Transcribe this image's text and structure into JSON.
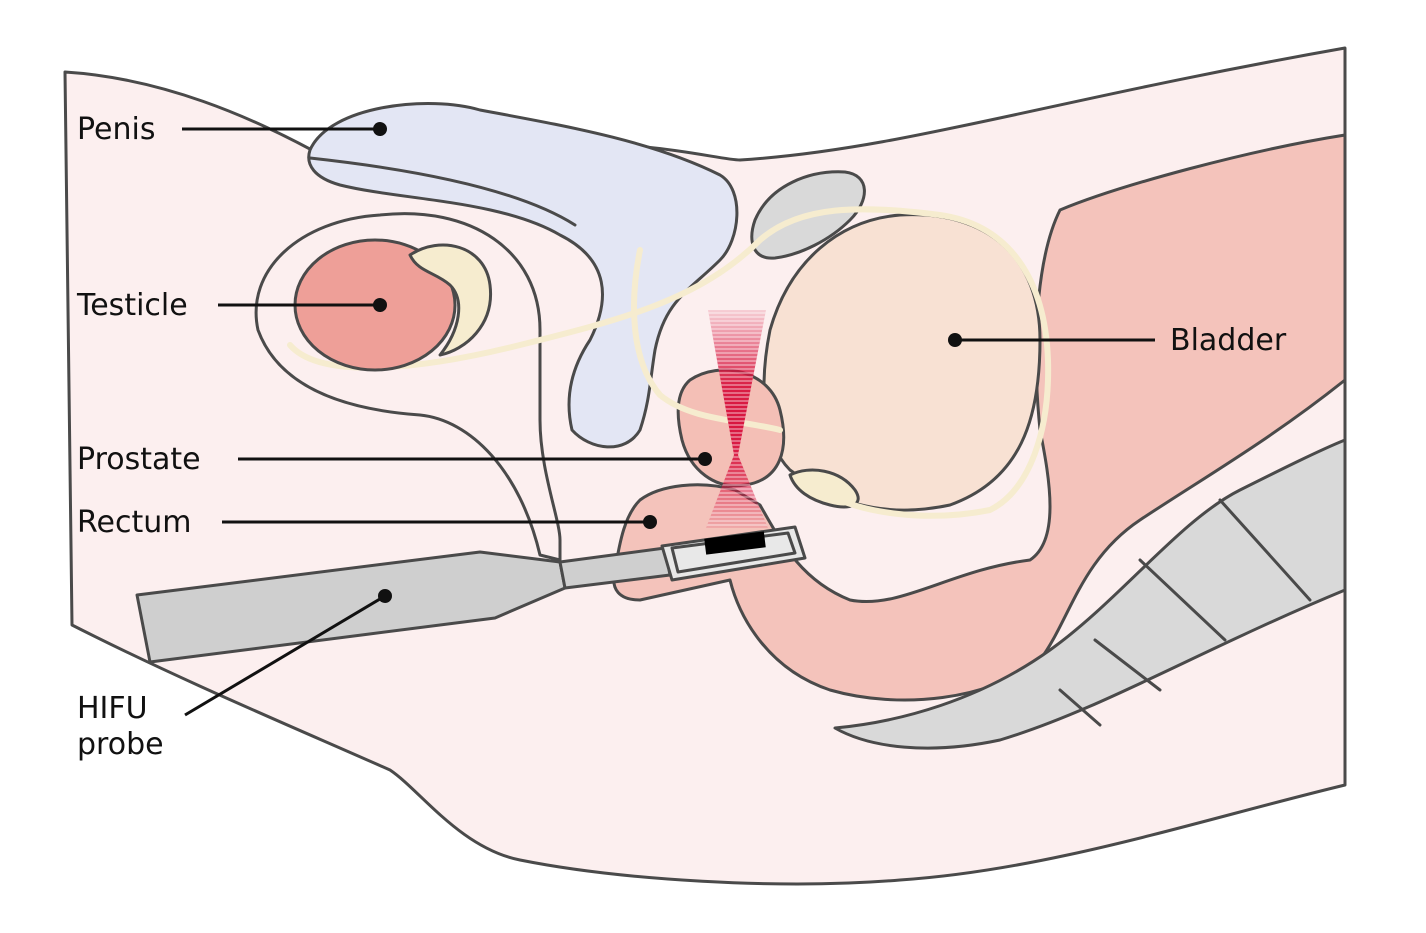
{
  "labels": {
    "penis": "Penis",
    "testicle": "Testicle",
    "prostate": "Prostate",
    "rectum": "Rectum",
    "bladder": "Bladder",
    "probe_line1": "HIFU",
    "probe_line2": "probe"
  },
  "colors": {
    "skin": "#fcefef",
    "penis": "#e3e6f4",
    "testicle": "#ee9f98",
    "epididymis": "#f6eccf",
    "bladder": "#f8e1d3",
    "prostate": "#f4bfb6",
    "rectum": "#f4c3bb",
    "bone": "#d9d9d9",
    "probe": "#cfcfcf",
    "ultrasound": "#d8163f",
    "outline": "#4a4a4a"
  },
  "icons": {
    "probe_transducer": "transducer-icon",
    "hifu_beam": "ultrasound-beam-icon"
  }
}
